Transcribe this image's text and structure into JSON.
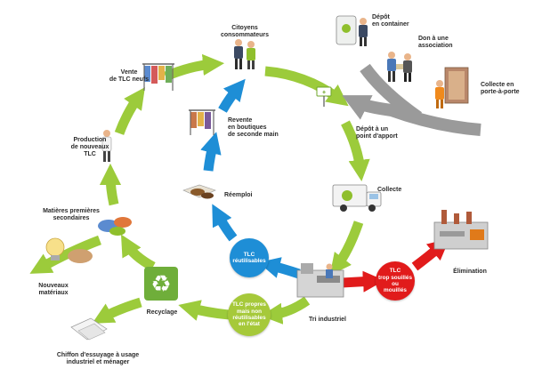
{
  "colors": {
    "cycle_green": "#9ccb3b",
    "reuse_blue": "#1e8ed6",
    "waste_red": "#e11b1b",
    "collection_grey": "#9a9a9a",
    "bubble_green": "#a6c93a",
    "bubble_blue": "#1e8ed6",
    "bubble_red": "#e11b1b"
  },
  "labels": {
    "citizens": "Citoyens\nconsommateurs",
    "sale_new": "Vente\nde TLC neufs",
    "production": "Production\nde nouveaux\nTLC",
    "secondary_materials": "Matières premières\nsecondaires",
    "new_materials": "Nouveaux\nmatériaux",
    "wiping_rags": "Chiffon d'essuyage à usage\nindustriel et ménager",
    "recycling": "Recyclage",
    "reuse": "Réemploi",
    "resale": "Revente\nen boutiques\nde seconde main",
    "container_drop": "Dépôt\nen container",
    "donation": "Don à une\nassociation",
    "door_collection": "Collecte en\nporte-à-porte",
    "drop_point": "Dépôt à un\npoint d'apport",
    "collection": "Collecte",
    "industrial_sorting": "Tri industriel",
    "elimination": "Élimination"
  },
  "bubbles": {
    "reusable": "TLC\nréutilisables",
    "non_reusable": "TLC propres\nmais non\nréutilisables\nen l'état",
    "soiled": "TLC\ntrop souillés\nou\nmouillés"
  },
  "icons": {
    "people": "people-icon",
    "clothes_rack": "clothes-rack-icon",
    "container": "container-icon",
    "van": "van-icon",
    "factory": "factory-icon",
    "sorting_machine": "sorting-machine-icon",
    "recycle": "recycle-icon",
    "shoes": "shoes-icon",
    "lightbulb": "lightbulb-icon",
    "rags": "rags-icon",
    "door": "door-icon",
    "sign": "drop-point-sign-icon"
  }
}
